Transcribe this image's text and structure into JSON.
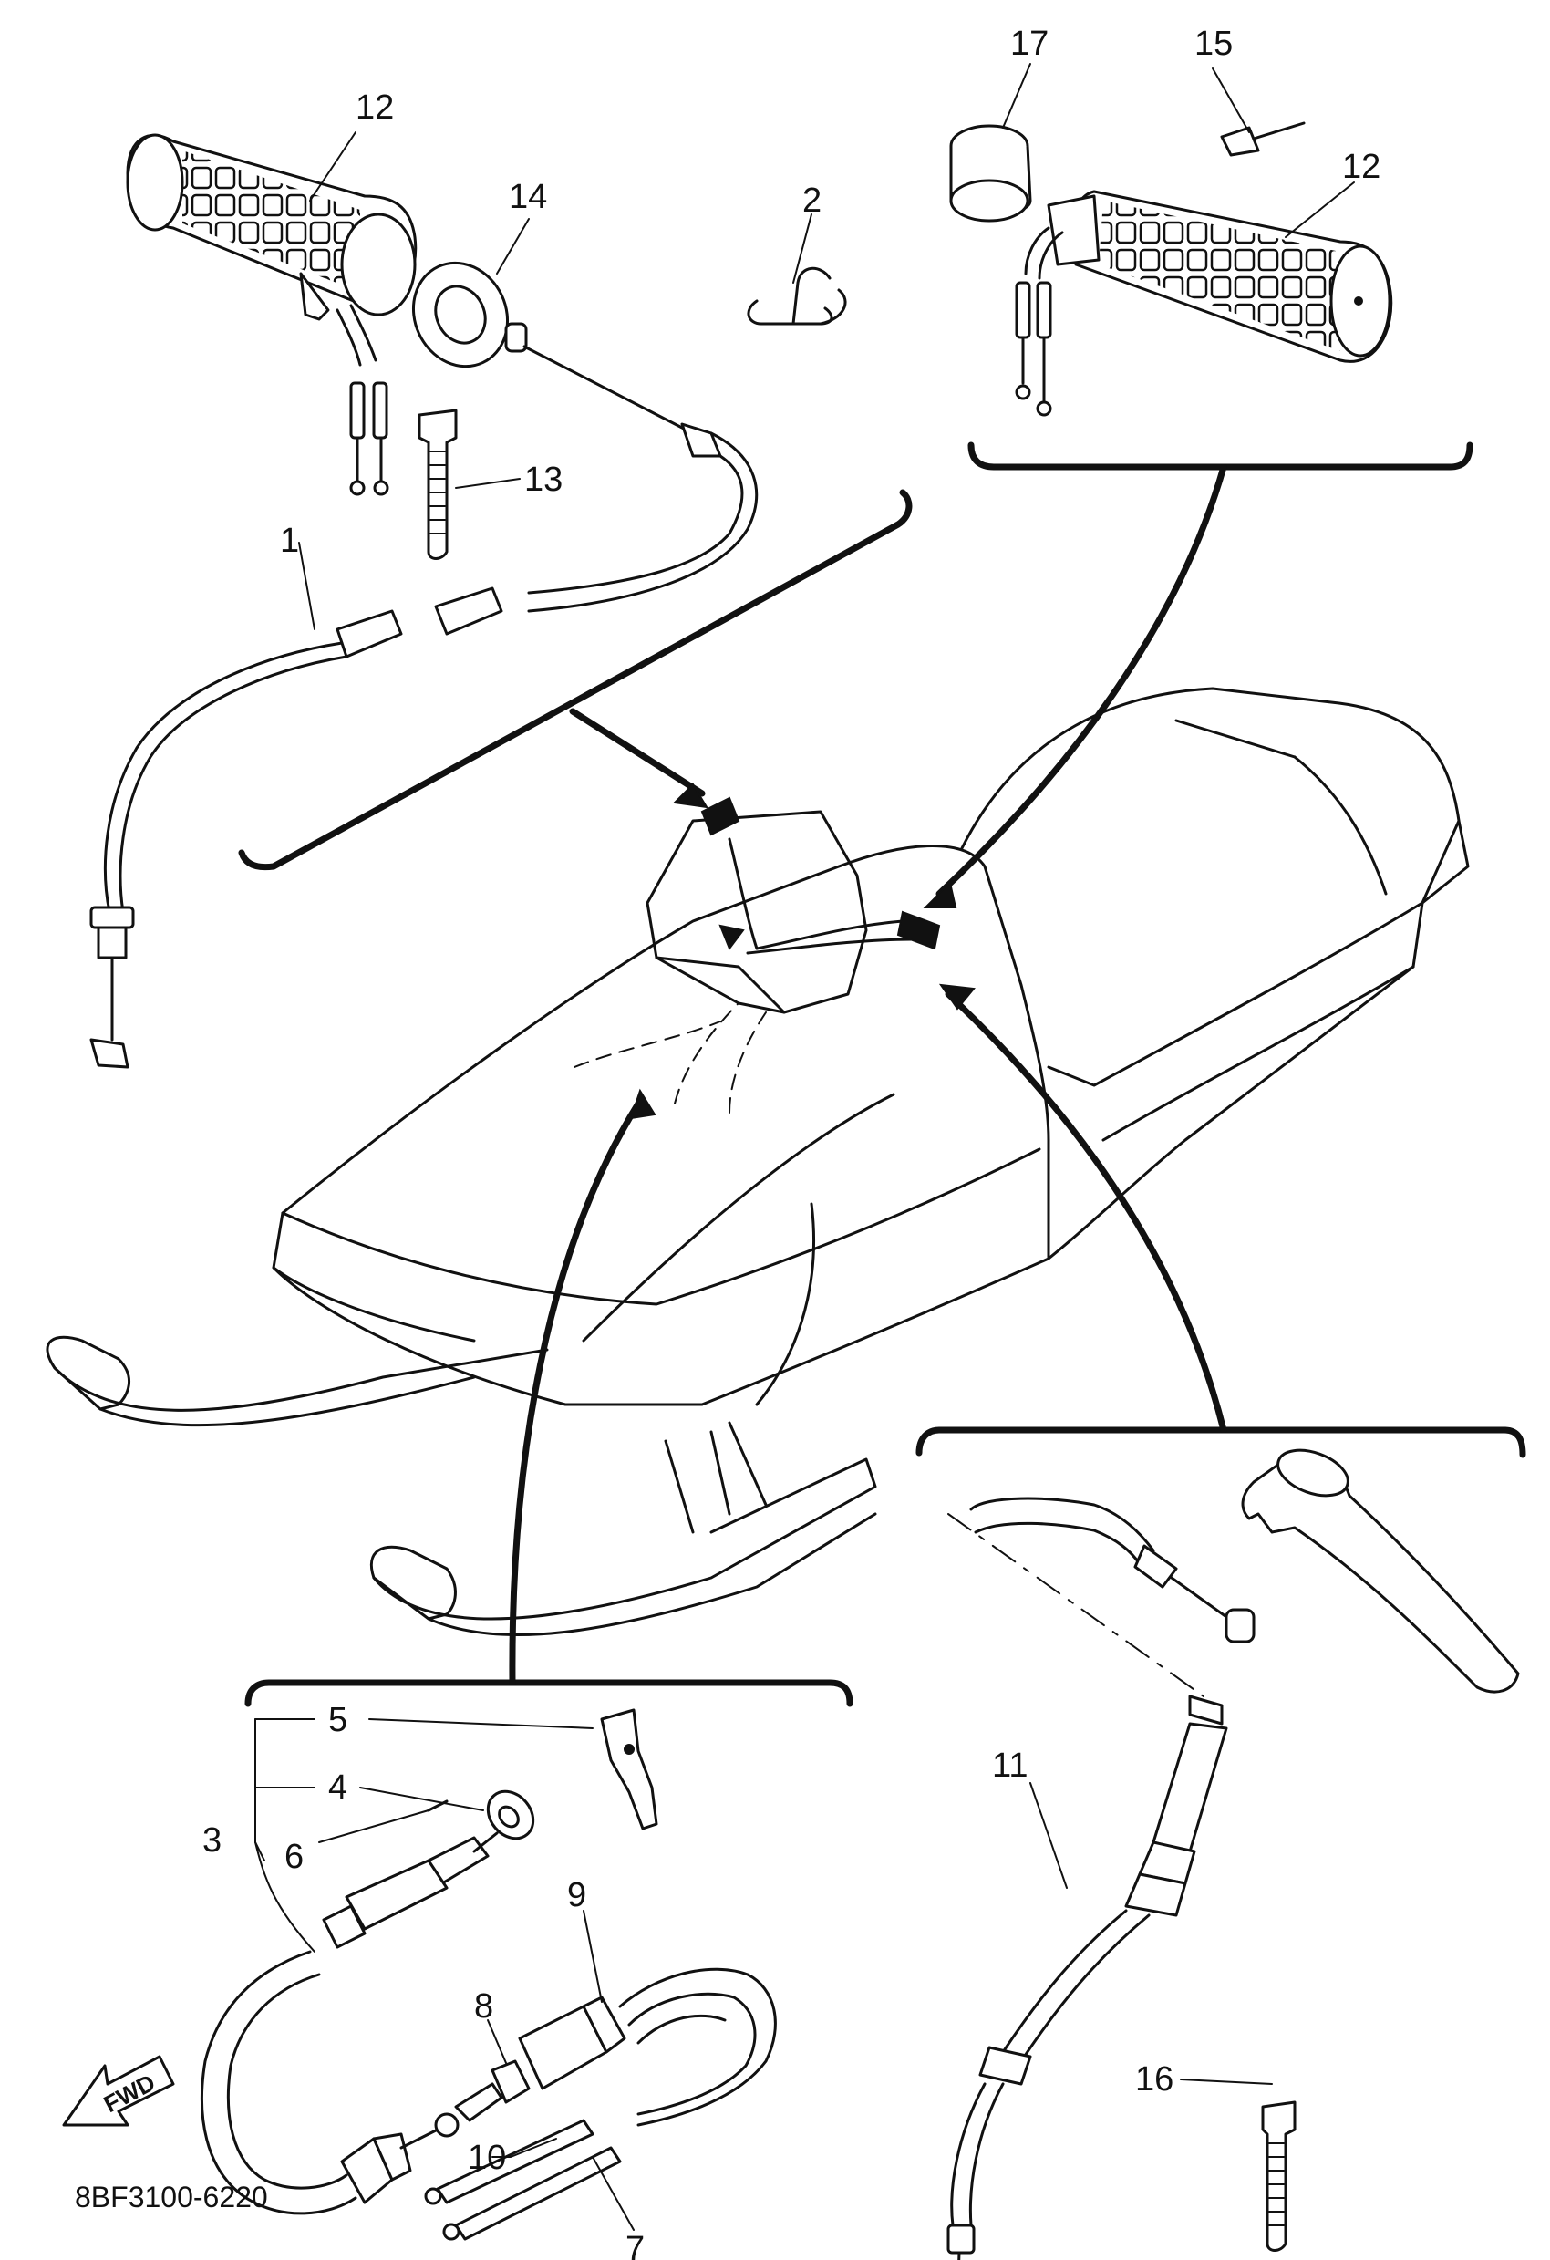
{
  "diagram": {
    "part_code": "8BF3100-6220",
    "fwd_label": "FWD",
    "callouts": [
      {
        "id": "c1",
        "label": "1"
      },
      {
        "id": "c2",
        "label": "2"
      },
      {
        "id": "c3",
        "label": "3"
      },
      {
        "id": "c4",
        "label": "4"
      },
      {
        "id": "c5",
        "label": "5"
      },
      {
        "id": "c6",
        "label": "6"
      },
      {
        "id": "c7",
        "label": "7"
      },
      {
        "id": "c8",
        "label": "8"
      },
      {
        "id": "c9",
        "label": "9"
      },
      {
        "id": "c10",
        "label": "10"
      },
      {
        "id": "c11",
        "label": "11"
      },
      {
        "id": "c12a",
        "label": "12"
      },
      {
        "id": "c12b",
        "label": "12"
      },
      {
        "id": "c13",
        "label": "13"
      },
      {
        "id": "c14",
        "label": "14"
      },
      {
        "id": "c15",
        "label": "15"
      },
      {
        "id": "c16",
        "label": "16"
      },
      {
        "id": "c17",
        "label": "17"
      }
    ]
  }
}
